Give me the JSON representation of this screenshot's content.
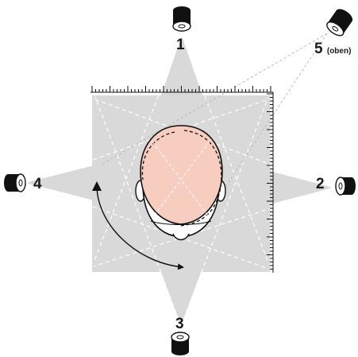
{
  "diagram": {
    "speakers": [
      {
        "id": "1",
        "label": "1"
      },
      {
        "id": "2",
        "label": "2"
      },
      {
        "id": "3",
        "label": "3"
      },
      {
        "id": "4",
        "label": "4"
      },
      {
        "id": "5",
        "label": "5",
        "sublabel": "(oben)"
      }
    ],
    "colors": {
      "beam": "#d9d9d9",
      "head_fill": "#f6cdbf",
      "outline": "#111111",
      "dashed_line": "#ffffff",
      "overhead_line": "#b8b8b8"
    },
    "icons": [
      "speaker-icon",
      "head-top-view",
      "rotation-arrow",
      "measurement-ruler"
    ]
  }
}
